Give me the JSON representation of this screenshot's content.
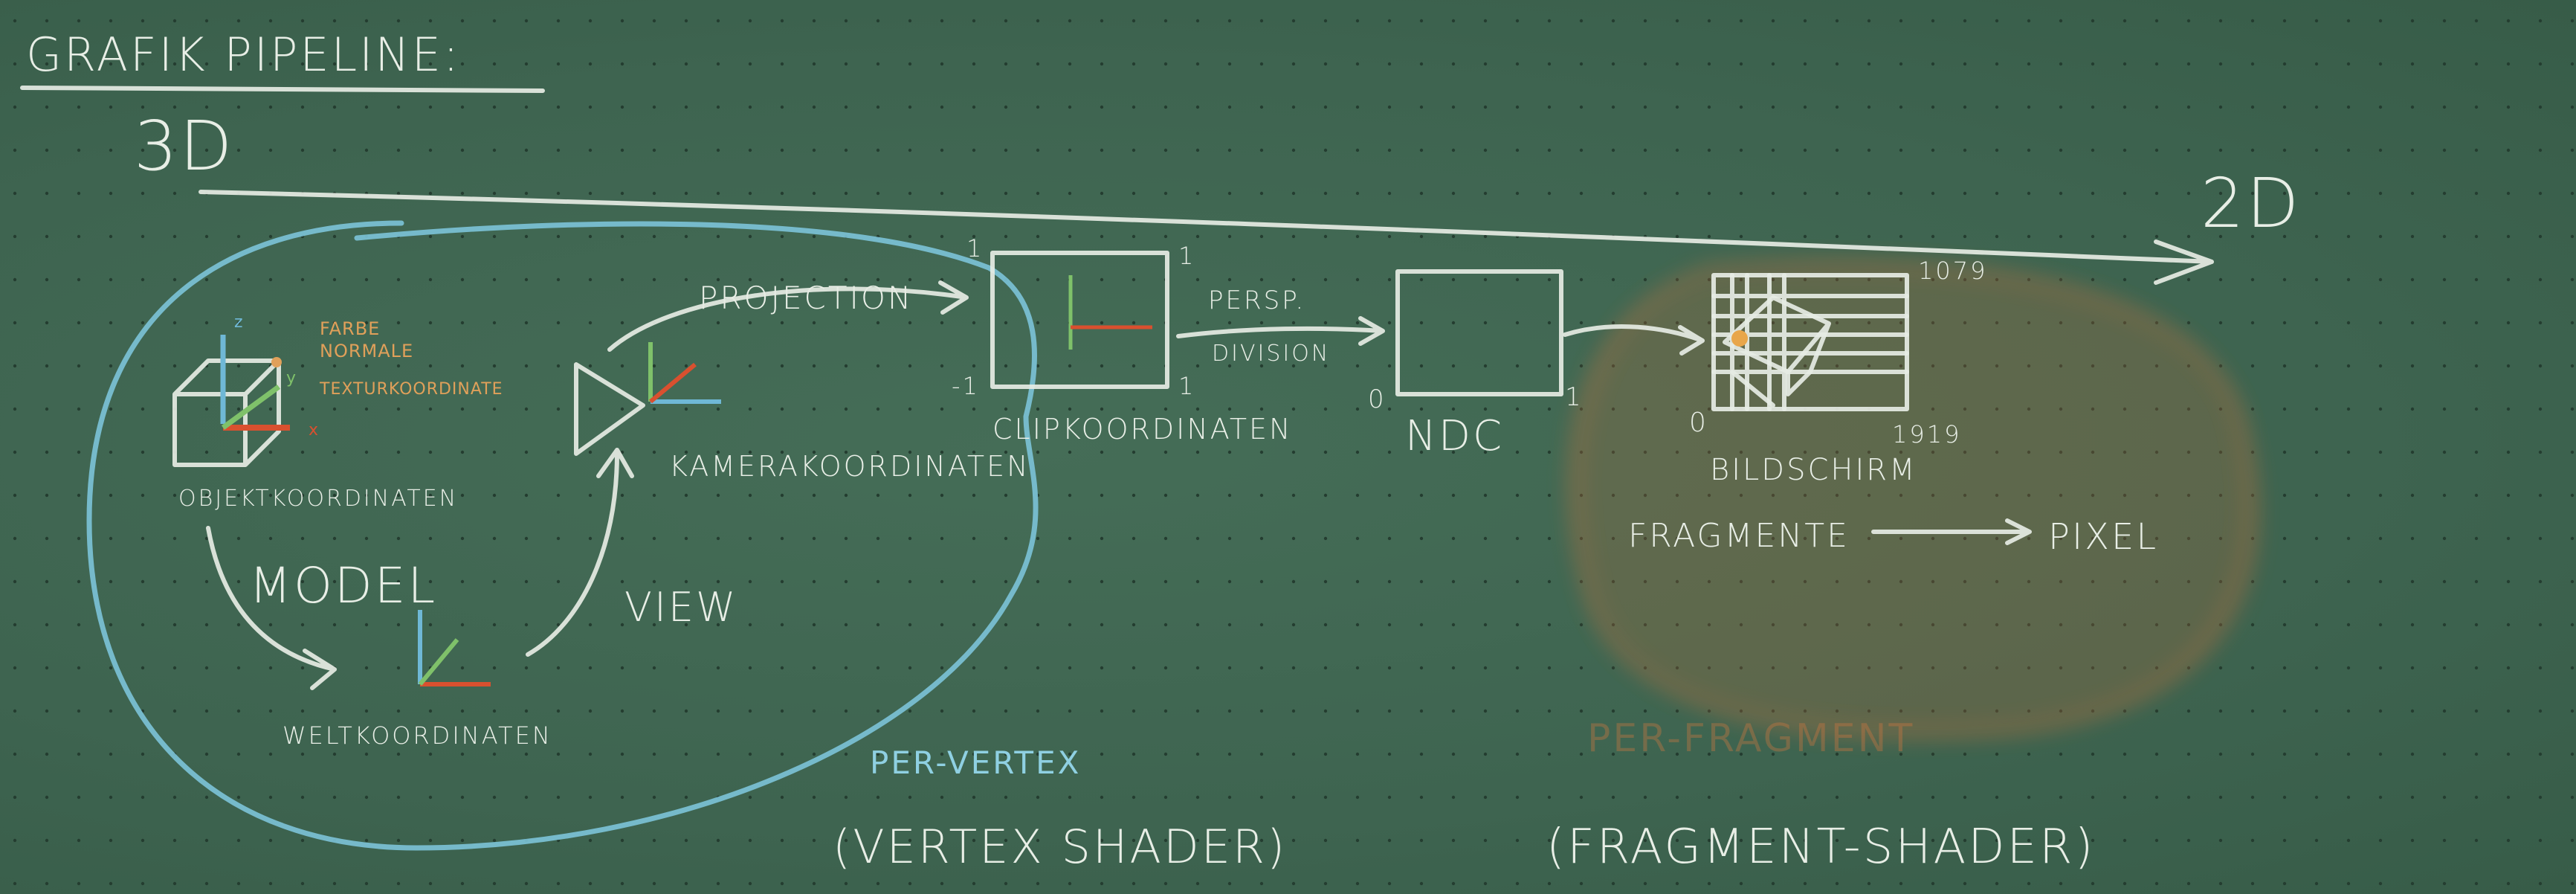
{
  "title": "GRAFIK PIPELINE:",
  "dim_start": "3D",
  "dim_end": "2D",
  "object": {
    "label": "OBJEKTKOORDINATEN",
    "attributes": [
      "FARBE",
      "NORMALE",
      "TEXTURKOORDINATE"
    ],
    "axes": {
      "z": "z",
      "y": "y",
      "x": "x"
    }
  },
  "model_label": "MODEL",
  "world_label": "WELTKOORDINATEN",
  "view_label": "VIEW",
  "camera_label": "KAMERAKOORDINATEN",
  "projection_label": "PROJECTION",
  "clip": {
    "label": "CLIPKOORDINATEN",
    "top_left": "1",
    "top_right": "1",
    "bottom_left": "-1",
    "bottom_right": "1"
  },
  "persp_division": {
    "line1": "PERSP.",
    "line2": "DIVISION"
  },
  "ndc": {
    "label": "NDC",
    "zero": "0",
    "one": "1"
  },
  "screen": {
    "label": "BILDSCHIRM",
    "origin": "0",
    "max_y": "1079",
    "max_x": "1919"
  },
  "fragments_label": "FRAGMENTE",
  "pixel_label": "PIXEL",
  "per_vertex": "PER-VERTEX",
  "vertex_shader": "(VERTEX SHADER)",
  "per_fragment": "PER-FRAGMENT",
  "fragment_shader": "(FRAGMENT-SHADER)",
  "colors": {
    "board": "#3f6550",
    "chalk": "#e6ece4",
    "blue": "#7cc3d8",
    "orange": "#d9793f",
    "green": "#7fc16a",
    "red": "#d9502f"
  }
}
